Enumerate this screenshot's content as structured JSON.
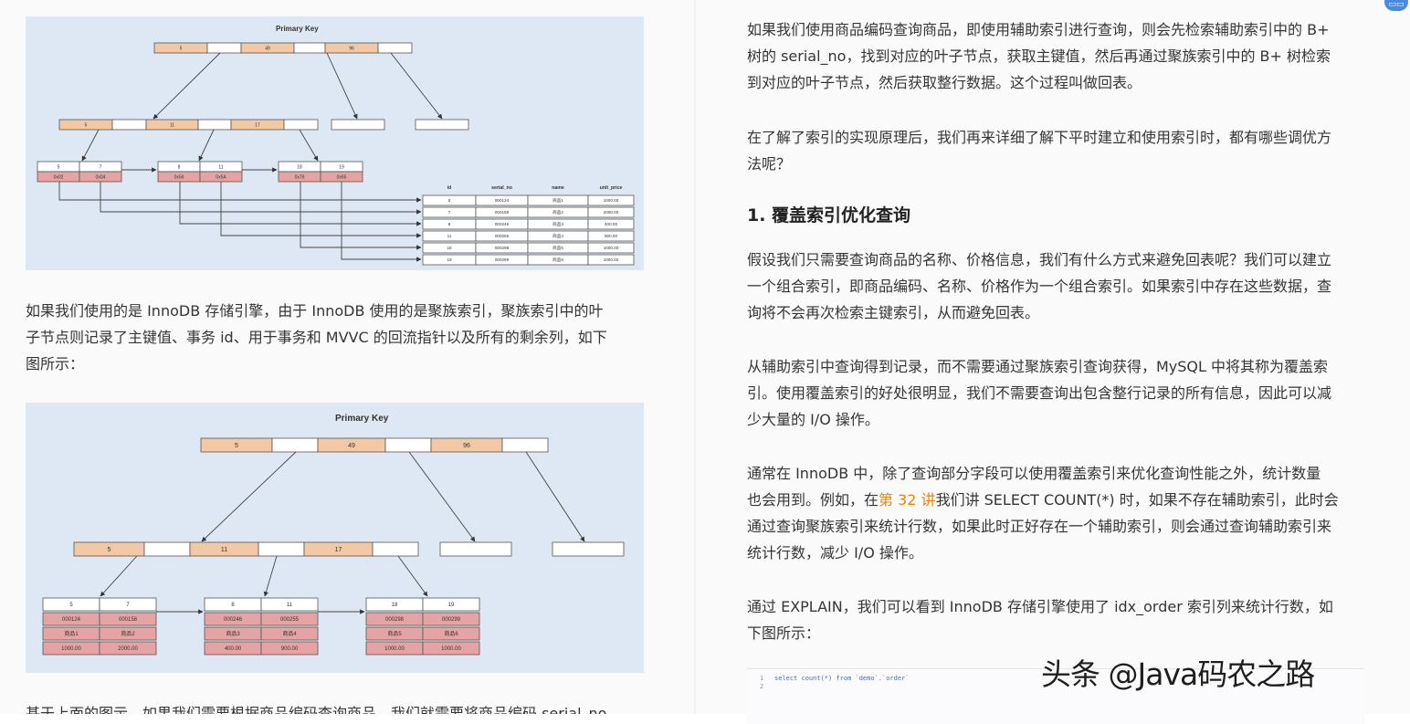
{
  "figure1": {
    "title": "Primary Key",
    "root_keys": [
      "5",
      "49",
      "96"
    ],
    "level2_keys": [
      "5",
      "11",
      "17"
    ],
    "leaves": [
      {
        "keys": [
          "5",
          "7"
        ],
        "ptrs": [
          "0x02",
          "0x04"
        ]
      },
      {
        "keys": [
          "8",
          "11"
        ],
        "ptrs": [
          "0x56",
          "0x5A"
        ]
      },
      {
        "keys": [
          "18",
          "19"
        ],
        "ptrs": [
          "0x79",
          "0x65"
        ]
      }
    ],
    "table_headers": [
      "id",
      "serial_no",
      "name",
      "unit_price"
    ],
    "table_rows": [
      [
        "5",
        "000124",
        "商品1",
        "1000.00"
      ],
      [
        "7",
        "000158",
        "商品2",
        "2000.00"
      ],
      [
        "8",
        "000246",
        "商品3",
        "400.00"
      ],
      [
        "11",
        "000255",
        "商品4",
        "900.00"
      ],
      [
        "18",
        "000298",
        "商品5",
        "1000.00"
      ],
      [
        "19",
        "000299",
        "商品6",
        "1000.00"
      ]
    ]
  },
  "figure2": {
    "title": "Primary Key",
    "root_keys": [
      "5",
      "49",
      "96"
    ],
    "level2_keys": [
      "5",
      "11",
      "17"
    ],
    "leaves": [
      {
        "cols": [
          [
            "5",
            "000124",
            "商品1",
            "1000.00"
          ],
          [
            "7",
            "000158",
            "商品2",
            "2000.00"
          ]
        ]
      },
      {
        "cols": [
          [
            "8",
            "000246",
            "商品3",
            "400.00"
          ],
          [
            "11",
            "000255",
            "商品4",
            "900.00"
          ]
        ]
      },
      {
        "cols": [
          [
            "18",
            "000298",
            "商品5",
            "1000.00"
          ],
          [
            "19",
            "000299",
            "商品6",
            "1000.00"
          ]
        ]
      }
    ]
  },
  "left_col": {
    "para1_lines": [
      "如果我们使用的是 InnoDB 存储引擎，由于 InnoDB 使用的是聚族索引，聚族索引中的叶",
      "子节点则记录了主键值、事务 id、用于事务和 MVVC 的回流指针以及所有的剩余列，如下",
      "图所示："
    ],
    "para2_partial": "基于上面的图示，如果我们需要根据商品编码查询商品，我们就需要将商品编码 serial_no"
  },
  "right_col": {
    "para1_lines": [
      "如果我们使用商品编码查询商品，即使用辅助索引进行查询，则会先检索辅助索引中的 B+",
      "树的 serial_no，找到对应的叶子节点，获取主键值，然后再通过聚族索引中的 B+ 树检索",
      "到对应的叶子节点，然后获取整行数据。这个过程叫做回表。"
    ],
    "para2_lines": [
      "在了解了索引的实现原理后，我们再来详细了解下平时建立和使用索引时，都有哪些调优方",
      "法呢？"
    ],
    "heading": "1. 覆盖索引优化查询",
    "para3_lines": [
      "假设我们只需要查询商品的名称、价格信息，我们有什么方式来避免回表呢？我们可以建立",
      "一个组合索引，即商品编码、名称、价格作为一个组合索引。如果索引中存在这些数据，查",
      "询将不会再次检索主键索引，从而避免回表。"
    ],
    "para4_lines": [
      "从辅助索引中查询得到记录，而不需要通过聚族索引查询获得，MySQL 中将其称为覆盖索",
      "引。使用覆盖索引的好处很明显，我们不需要查询出包含整行记录的所有信息，因此可以减",
      "少大量的 I/O 操作。"
    ],
    "para5": {
      "line1": "通常在 InnoDB 中，除了查询部分字段可以使用覆盖索引来优化查询性能之外，统计数量",
      "line2_pre": "也会用到。例如，在",
      "line2_link": "第 32 讲",
      "line2_post": "我们讲 SELECT COUNT(*) 时，如果不存在辅助索引，此时会",
      "line3": "通过查询聚族索引来统计行数，如果此时正好存在一个辅助索引，则会通过查询辅助索引来",
      "line4": "统计行数，减少 I/O 操作。"
    },
    "para6_lines": [
      "通过 EXPLAIN，我们可以看到 InnoDB 存储引擎使用了 idx_order 索引列来统计行数，如",
      "下图所示："
    ],
    "code": {
      "line_numbers": [
        "1",
        "2"
      ],
      "line1": "select count(*) from `demo`.`order`"
    }
  },
  "watermark": "头条 @Java码农之路",
  "badge": "▭▭",
  "colors": {
    "figure_bg": "#dde8f4",
    "key_orange": "#f2c9a4",
    "ptr_red": "#e6a3a3",
    "link": "#e8830f"
  }
}
